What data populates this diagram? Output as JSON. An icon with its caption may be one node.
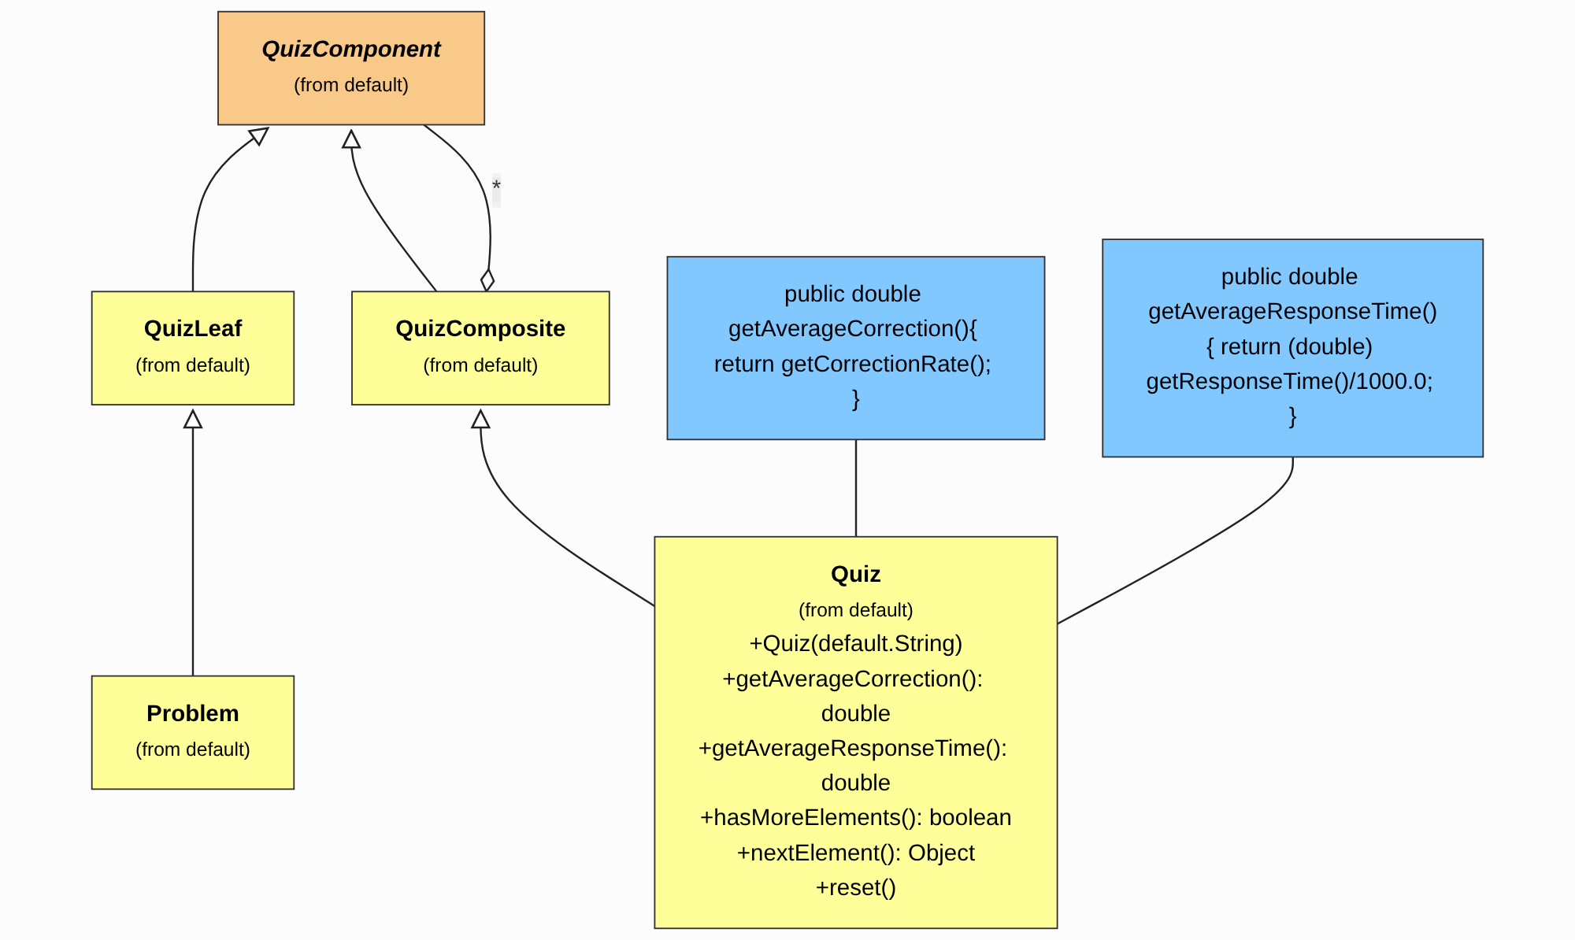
{
  "diagram": {
    "nodes": [
      {
        "text": [
          "QuizComponent",
          "(from default)"
        ]
      },
      {
        "text": [
          "QuizLeaf",
          "(from default)"
        ]
      },
      {
        "text": [
          "QuizComposite",
          "(from default)"
        ]
      },
      {
        "text": [
          "Problem",
          "(from default)"
        ]
      },
      {
        "text": [
          "Quiz",
          "(from default)",
          "+Quiz(default.String)",
          "+getAverageCorrection(): double",
          "+getAverageResponseTime(): double",
          "+hasMoreElements(): boolean",
          "+nextElement(): Object",
          "+reset()"
        ]
      },
      {
        "text": [
          "public double getAverageCorrection(){ return getCorrectionRate(); }"
        ]
      },
      {
        "text": [
          "public double getAverageResponseTime(){ return (double) getResponseTime()/1000.0; }"
        ]
      }
    ],
    "edges": [
      {
        "from": 1,
        "to": 0,
        "arrow": "to"
      },
      {
        "from": 2,
        "to": 0,
        "arrow": "to"
      },
      {
        "from": 2,
        "to": 0,
        "arrow": "other",
        "label": "*"
      },
      {
        "from": 3,
        "to": 1,
        "arrow": "to"
      },
      {
        "from": 4,
        "to": 2,
        "arrow": "to"
      },
      {
        "from": 4,
        "to": 5,
        "arrow": "none"
      },
      {
        "from": 4,
        "to": 6,
        "arrow": "none"
      }
    ]
  }
}
